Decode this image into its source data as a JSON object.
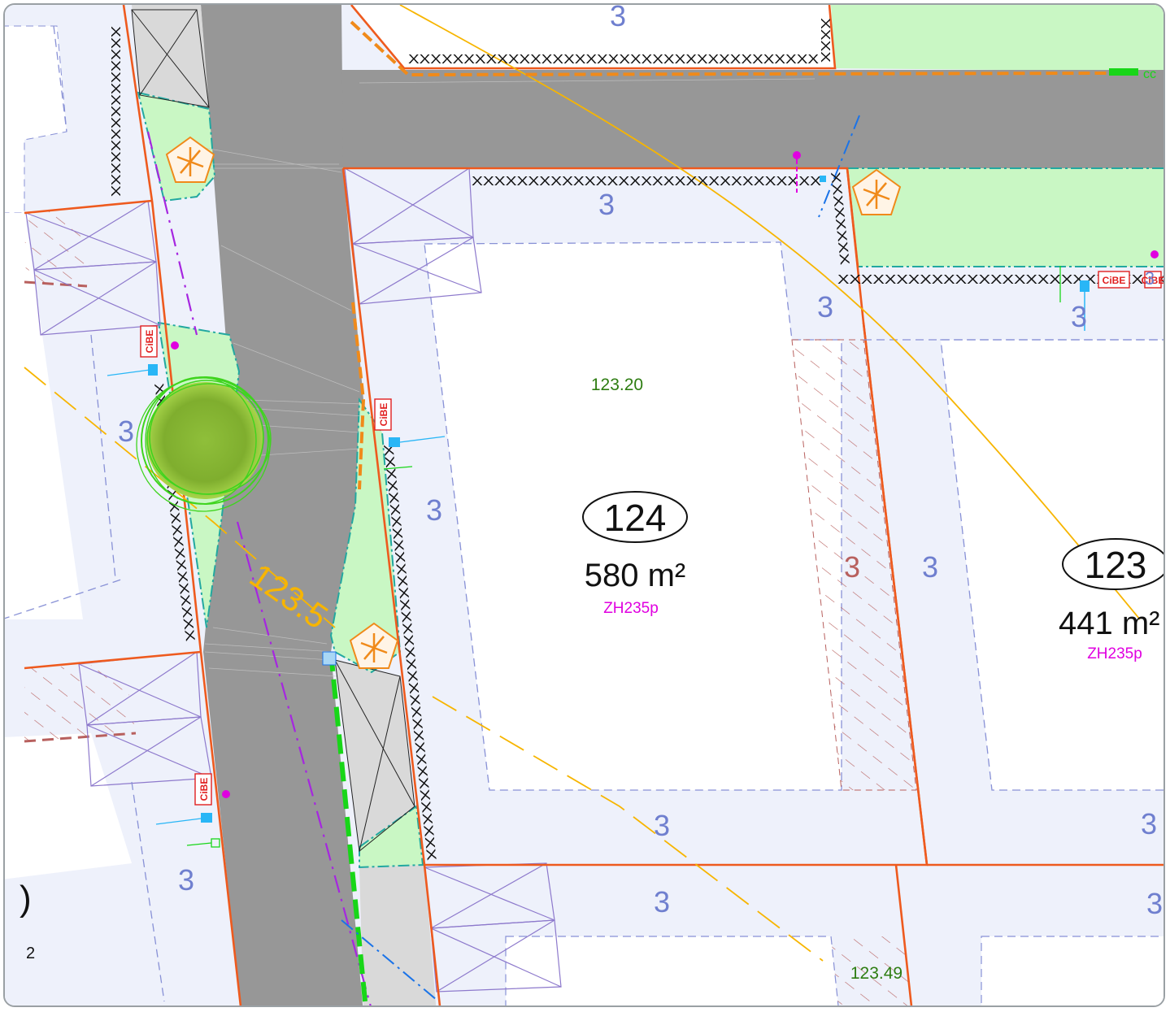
{
  "colors": {
    "setback_band": "#eef1fb",
    "road": "#979797",
    "road_light": "#d9d9d9",
    "green_zone": "#c9f7c4",
    "parcel_border": "#ee5a1e",
    "zone_label": "#6f7fcf",
    "hatch": "#b8605e",
    "contour": "#f7b500",
    "elevation_text": "#2e7d12",
    "zoning_text": "#e000e0",
    "fence": "#111111",
    "tree": "#3fd41e"
  },
  "parcels": [
    {
      "number": "124",
      "area": "580 m²",
      "zoning": "ZH235p"
    },
    {
      "number": "123",
      "area": "441 m²",
      "zoning": "ZH235p"
    }
  ],
  "zone_codes": [
    "3",
    "3",
    "3",
    "3",
    "3",
    "3",
    "3",
    "3",
    "3",
    "3",
    "3",
    "3",
    "3"
  ],
  "hatch_zone_code": "3",
  "elevations": [
    "123.20",
    "123.49"
  ],
  "contour_label": "123.5",
  "fragment_labels": {
    "paren": ")",
    "two": "2",
    "cc": "cc"
  },
  "utility_tags": [
    "CiBE",
    "CiBE",
    "CiBE",
    "CiBE",
    "CiBE"
  ],
  "icons": [
    "lamp-post-icon",
    "lamp-post-icon",
    "lamp-post-icon",
    "lamp-post-icon",
    "tree-icon"
  ]
}
